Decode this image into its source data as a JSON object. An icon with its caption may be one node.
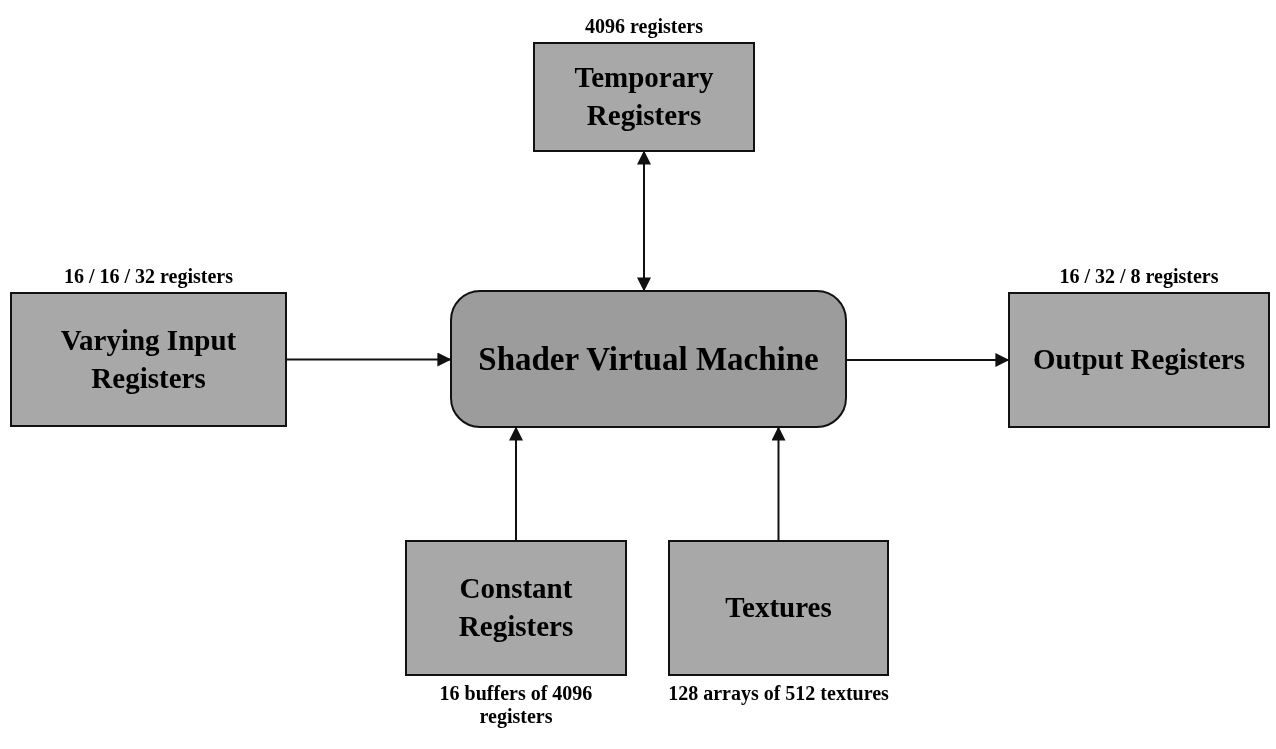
{
  "diagram": {
    "nodes": [
      {
        "text": [
          "Temporary Registers"
        ],
        "beside": [
          "4096 registers"
        ]
      },
      {
        "text": [
          "Varying Input Registers"
        ],
        "beside": [
          "16 / 16 / 32 registers"
        ]
      },
      {
        "text": [
          "Shader Virtual Machine"
        ]
      },
      {
        "text": [
          "Output Registers"
        ],
        "beside": [
          "16 / 32 / 8 registers"
        ]
      },
      {
        "text": [
          "Constant Registers"
        ],
        "beside": [
          "16 buffers of 4096 registers"
        ]
      },
      {
        "text": [
          "Textures"
        ],
        "beside": [
          "128 arrays of 512 textures"
        ]
      }
    ],
    "edges": [
      {
        "from": 2,
        "to": 0,
        "arrow": "both"
      },
      {
        "from": 1,
        "to": 2,
        "arrow": "to"
      },
      {
        "from": 2,
        "to": 3,
        "arrow": "to"
      },
      {
        "from": 4,
        "to": 2,
        "arrow": "to"
      },
      {
        "from": 5,
        "to": 2,
        "arrow": "to"
      }
    ]
  }
}
